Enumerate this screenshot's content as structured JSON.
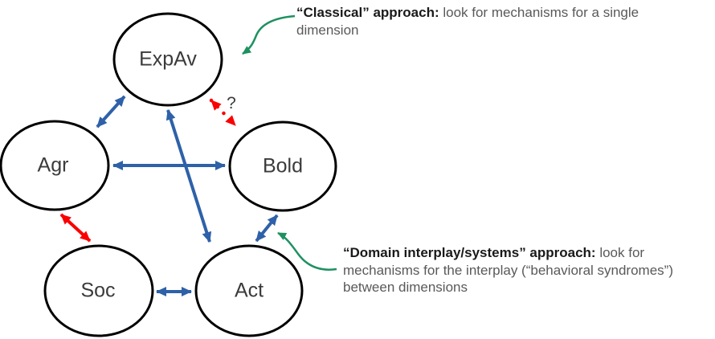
{
  "colors": {
    "blue": "#2e61a8",
    "red": "#fb0000",
    "green": "#1e9160",
    "node-stroke": "#000000",
    "node-text": "#3b3b3b",
    "ann-lead": "#1a1a1a",
    "ann-body": "#595959"
  },
  "nodes": [
    {
      "id": "expav",
      "label": "ExpAv"
    },
    {
      "id": "agr",
      "label": "Agr"
    },
    {
      "id": "bold",
      "label": "Bold"
    },
    {
      "id": "soc",
      "label": "Soc"
    },
    {
      "id": "act",
      "label": "Act"
    }
  ],
  "edges": [
    {
      "from": "Agr",
      "to": "ExpAv",
      "color": "blue",
      "style": "solid",
      "double_headed": true
    },
    {
      "from": "Agr",
      "to": "Bold",
      "color": "blue",
      "style": "solid",
      "double_headed": true
    },
    {
      "from": "ExpAv",
      "to": "Act",
      "color": "blue",
      "style": "solid",
      "double_headed": true
    },
    {
      "from": "Soc",
      "to": "Act",
      "color": "blue",
      "style": "solid",
      "double_headed": true
    },
    {
      "from": "Bold",
      "to": "Act",
      "color": "blue",
      "style": "solid",
      "double_headed": true
    },
    {
      "from": "Agr",
      "to": "Soc",
      "color": "red",
      "style": "solid",
      "double_headed": true
    },
    {
      "from": "ExpAv",
      "to": "Bold",
      "color": "red",
      "style": "dotted",
      "double_headed": true,
      "label": "?"
    }
  ],
  "annotations": {
    "classical": {
      "lead": "“Classical” approach:",
      "body": " look for mechanisms for a single dimension"
    },
    "systems": {
      "lead": "“Domain interplay/systems” approach:",
      "body": " look for mechanisms for the interplay (“behavioral syndromes”) between dimensions"
    }
  }
}
